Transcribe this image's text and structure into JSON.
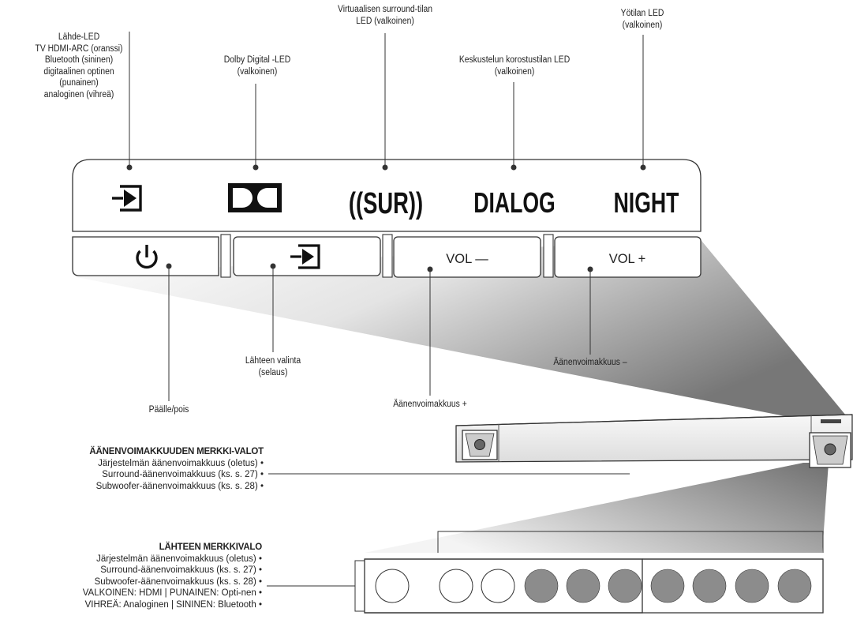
{
  "labels": {
    "source_led": [
      "Lähde-LED",
      "TV HDMI-ARC (oranssi)",
      "Bluetooth (sininen)",
      "digitaalinen optinen",
      "(punainen)",
      "analoginen (vihreä)"
    ],
    "dolby_led": [
      "Dolby Digital -LED",
      "(valkoinen)"
    ],
    "surround_led": [
      "Virtuaalisen surround-tilan",
      "LED (valkoinen)"
    ],
    "dialog_led": [
      "Keskustelun korostustilan LED",
      "(valkoinen)"
    ],
    "night_led": [
      "Yötilan LED",
      "(valkoinen)"
    ],
    "power": "Päälle/pois",
    "source_select": [
      "Lähteen valinta",
      "(selaus)"
    ],
    "vol_up": "Äänenvoimakkuus +",
    "vol_down": "Äänenvoimakkuus –"
  },
  "panel": {
    "surround_text": "((SUR))",
    "dialog_text": "DIALOG",
    "night_text": "NIGHT",
    "vol_down_label": "VOL —",
    "vol_up_label": "VOL +"
  },
  "volume_indicators": {
    "heading": "ÄÄNENVOIMAKKUUDEN MERKKI-VALOT",
    "items": [
      "Järjestelmän äänenvoimakkuus (oletus) •",
      "Surround-äänenvoimakkuus (ks. s. 27) •",
      "Subwoofer-äänenvoimakkuus (ks. s. 28) •"
    ]
  },
  "source_indicator": {
    "heading": "LÄHTEEN MERKKIVALO",
    "items": [
      "Järjestelmän äänenvoimakkuus (oletus) •",
      "Surround-äänenvoimakkuus (ks. s. 27) •",
      "Subwoofer-äänenvoimakkuus (ks. s. 28) •",
      "VALKOINEN: HDMI | PUNAINEN: Opti-nen •",
      "VIHREÄ: Analoginen | SININEN: Bluetooth •"
    ]
  },
  "leds": [
    "empty",
    "empty",
    "empty",
    "filled",
    "filled",
    "filled",
    "filled",
    "filled",
    "filled",
    "filled"
  ],
  "colors": {
    "line": "#333333",
    "led_fill": "#8c8c8c",
    "led_empty": "#ffffff"
  },
  "icons": [
    "source-input-icon",
    "dolby-icon",
    "power-icon"
  ]
}
